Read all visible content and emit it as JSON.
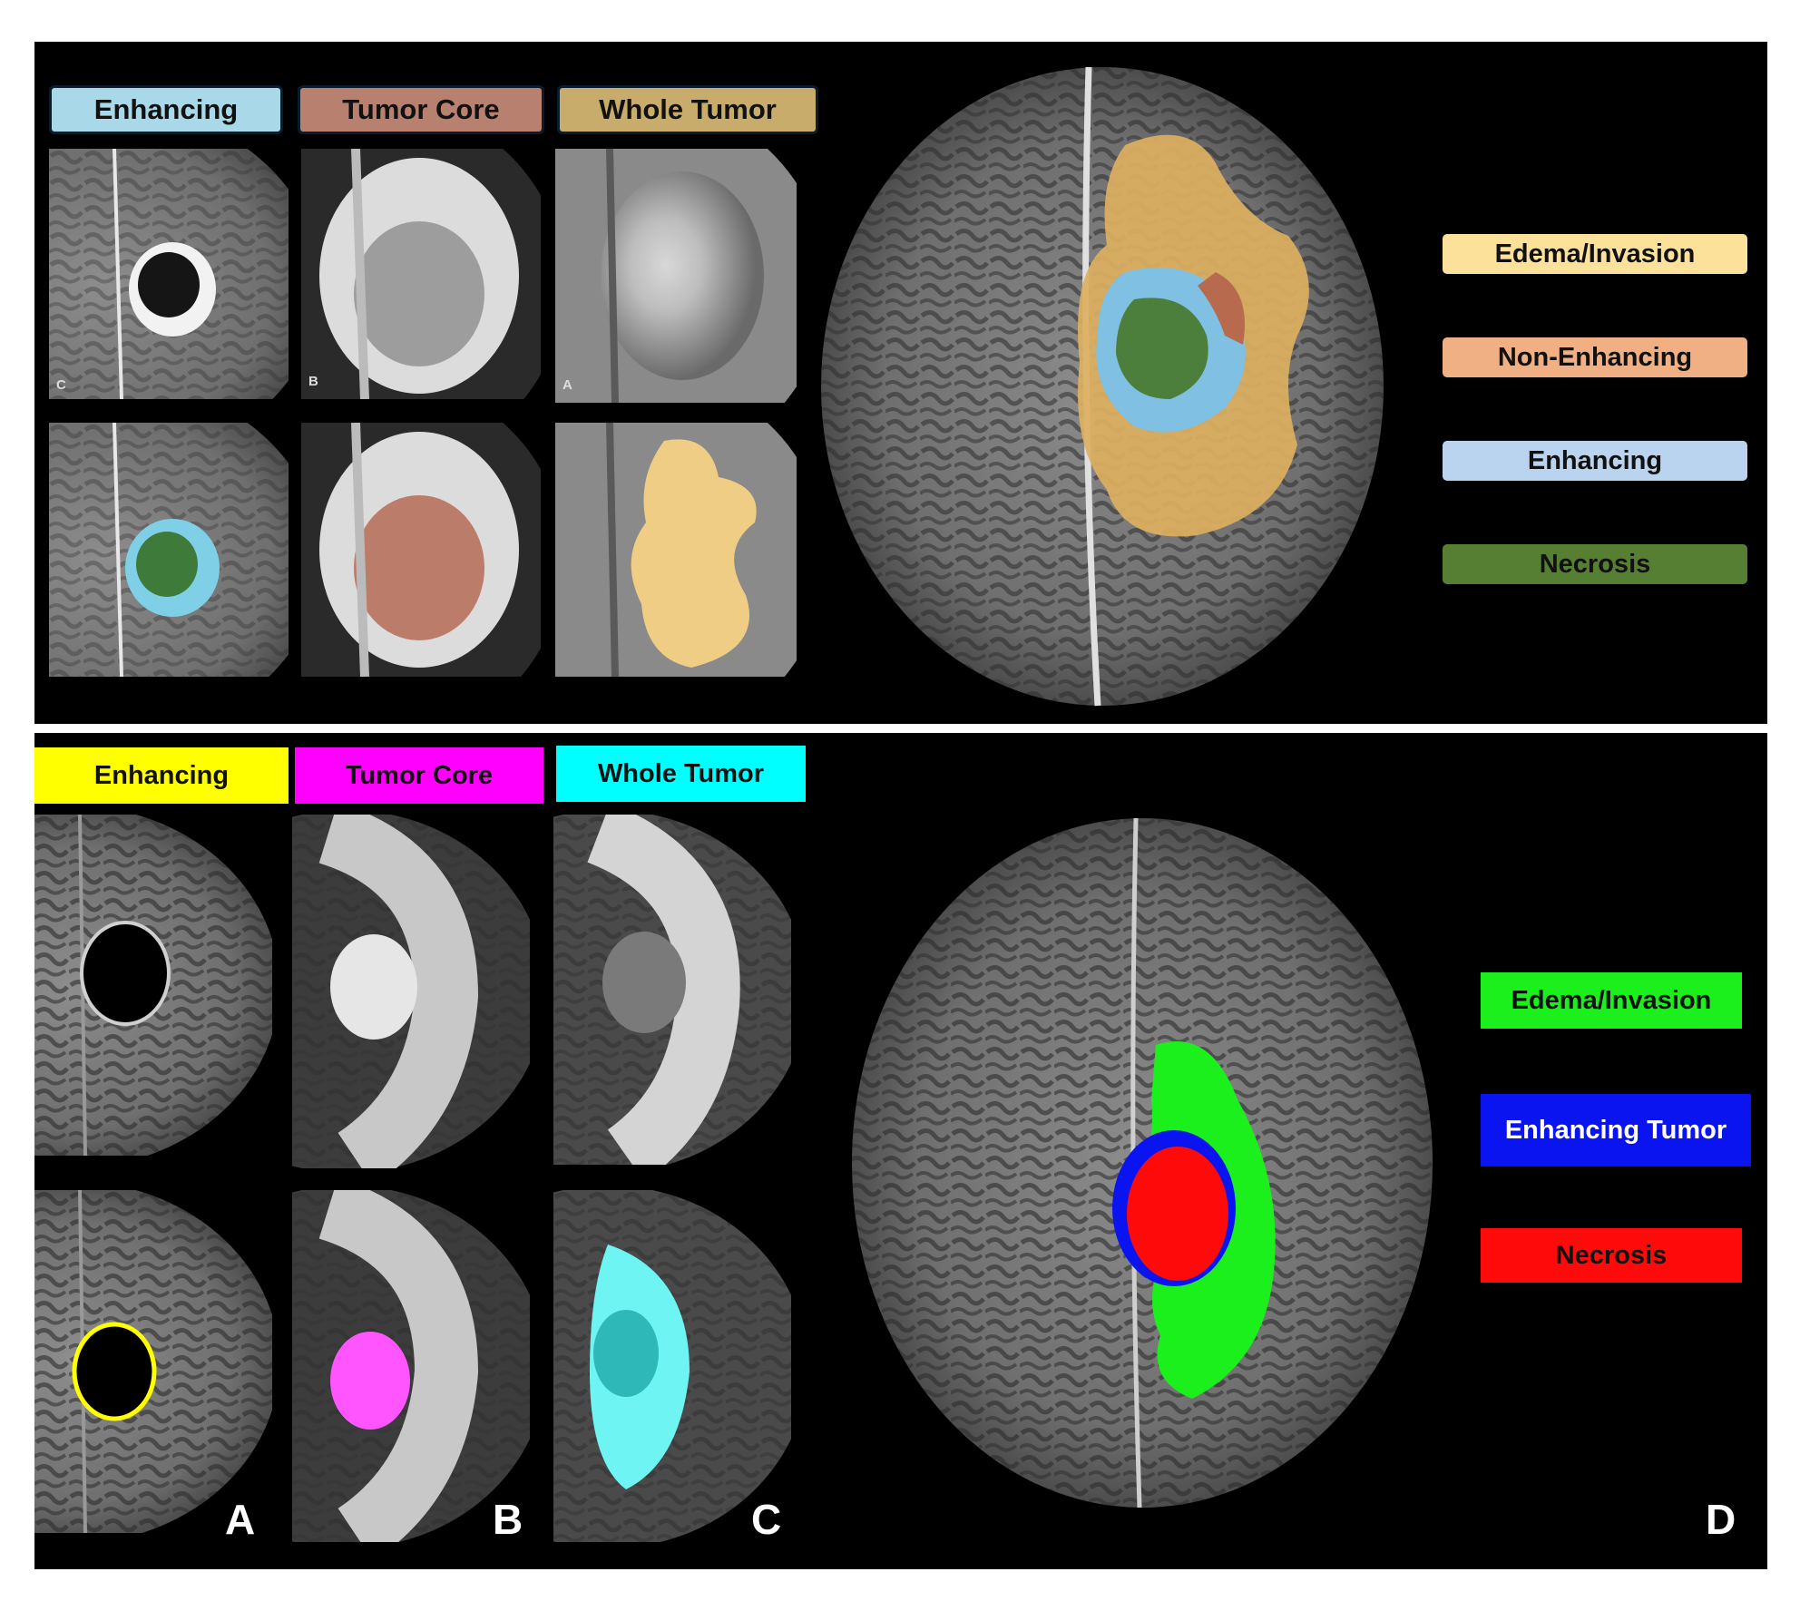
{
  "top_panel": {
    "headers": [
      {
        "label": "Enhancing",
        "color": "#a9d8e8"
      },
      {
        "label": "Tumor Core",
        "color": "#b8806e"
      },
      {
        "label": "Whole Tumor",
        "color": "#c8ac6c"
      }
    ],
    "thumb_letters": [
      "C",
      "B",
      "A"
    ],
    "legend": [
      {
        "label": "Edema/Invasion",
        "color": "#fbe19a"
      },
      {
        "label": "Non-Enhancing",
        "color": "#f1b083"
      },
      {
        "label": "Enhancing",
        "color": "#bad4ef"
      },
      {
        "label": "Necrosis",
        "color": "#577f34"
      }
    ]
  },
  "bottom_panel": {
    "headers": [
      {
        "label": "Enhancing",
        "color": "#ffff00"
      },
      {
        "label": "Tumor Core",
        "color": "#ff00ff"
      },
      {
        "label": "Whole Tumor",
        "color": "#00ffff"
      }
    ],
    "sub_labels": [
      "A",
      "B",
      "C",
      "D"
    ],
    "legend": [
      {
        "label": "Edema/Invasion",
        "color": "#1cf01c"
      },
      {
        "label": "Enhancing Tumor",
        "color": "#0a14f0"
      },
      {
        "label": "Necrosis",
        "color": "#ff0a0a"
      }
    ]
  }
}
